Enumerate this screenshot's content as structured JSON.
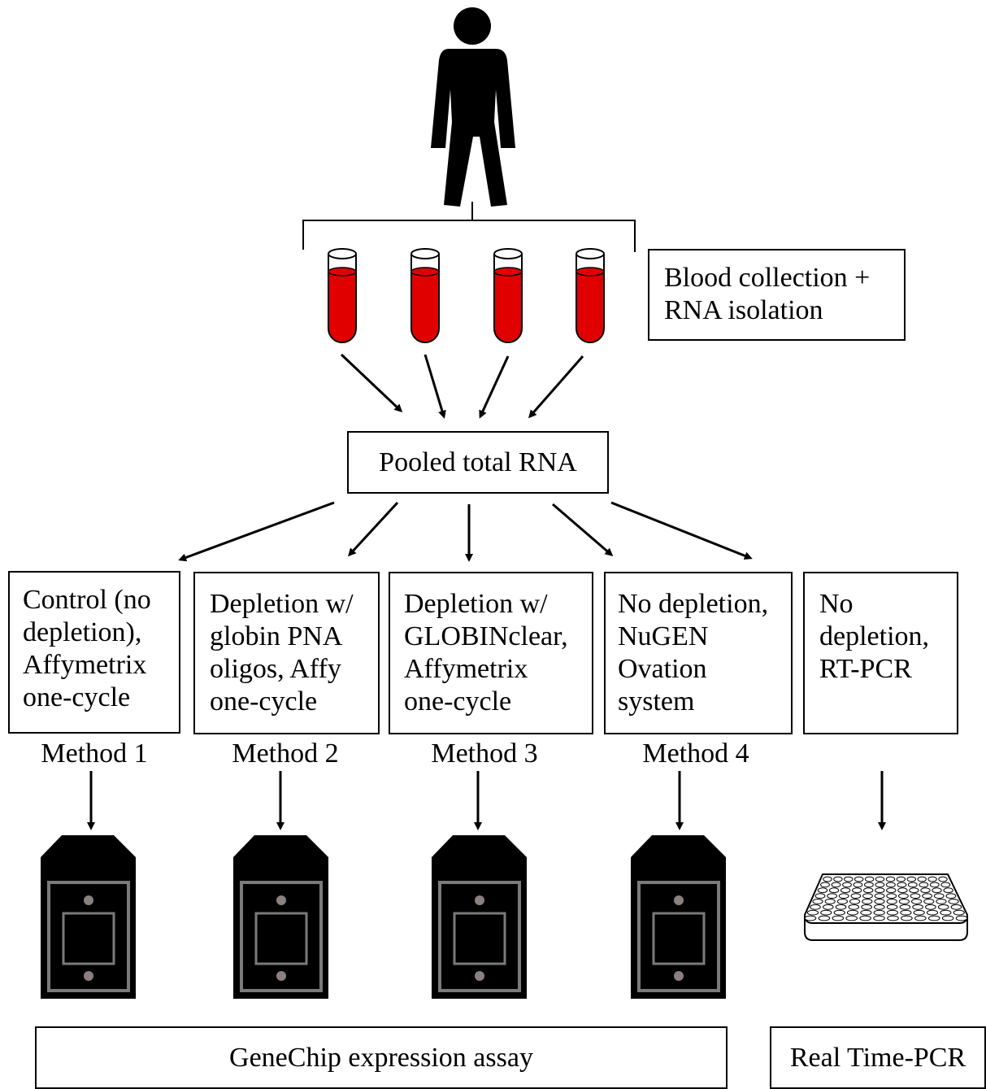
{
  "top_box": {
    "lines": [
      "Blood collection +",
      "RNA isolation"
    ]
  },
  "pool_box": {
    "label": "Pooled total RNA"
  },
  "methods": [
    {
      "lines": [
        "Control (no",
        "depletion),",
        "Affymetrix",
        "one-cycle"
      ],
      "label": "Method 1"
    },
    {
      "lines": [
        "Depletion w/",
        "globin PNA",
        "oligos, Affy",
        "one-cycle"
      ],
      "label": "Method 2"
    },
    {
      "lines": [
        "Depletion w/",
        "GLOBINclear,",
        "Affymetrix",
        "one-cycle"
      ],
      "label": "Method 3"
    },
    {
      "lines": [
        "No depletion,",
        "NuGEN",
        "Ovation",
        "system"
      ],
      "label": "Method 4"
    },
    {
      "lines": [
        "No",
        "depletion,",
        "RT-PCR"
      ],
      "label": ""
    }
  ],
  "bottom": {
    "genechip": "GeneChip expression assay",
    "rtpcr": "Real Time-PCR"
  },
  "colors": {
    "blood": "#e00000",
    "chip_body": "#000000",
    "chip_frame": "#7a7a7a"
  },
  "icons": [
    "person-icon",
    "blood-tube-icon",
    "genechip-icon",
    "pcr-plate-icon"
  ]
}
